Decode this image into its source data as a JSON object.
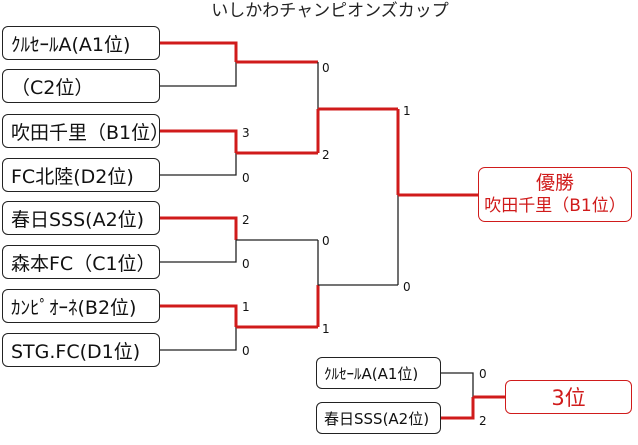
{
  "title": "いしかわチャンピオンズカップ",
  "teams": [
    {
      "label": "ｸﾙｾｰﾙA(A1位)"
    },
    {
      "label": "（C2位）"
    },
    {
      "label": "吹田千里（B1位）"
    },
    {
      "label": "FC北陸(D2位)"
    },
    {
      "label": "春日SSS(A2位)"
    },
    {
      "label": "森本FC（C1位）"
    },
    {
      "label": "ｶﾝﾋﾟｵｰﾈ(B2位)"
    },
    {
      "label": "STG.FC(D1位)"
    }
  ],
  "round1_scores": [
    "0",
    "3",
    "0",
    "2",
    "0",
    "1",
    "0"
  ],
  "round2_scores": [
    "2",
    "0",
    "1"
  ],
  "semifinal_scores": [
    "1",
    "0"
  ],
  "champion": {
    "title": "優勝",
    "name": "吹田千里（B1位）"
  },
  "third_place": {
    "teams": [
      "ｸﾙｾｰﾙA(A1位)",
      "春日SSS(A2位)"
    ],
    "scores": [
      "0",
      "2"
    ],
    "label": "3位"
  },
  "colors": {
    "win": "#d01b1b",
    "line": "#222222"
  }
}
